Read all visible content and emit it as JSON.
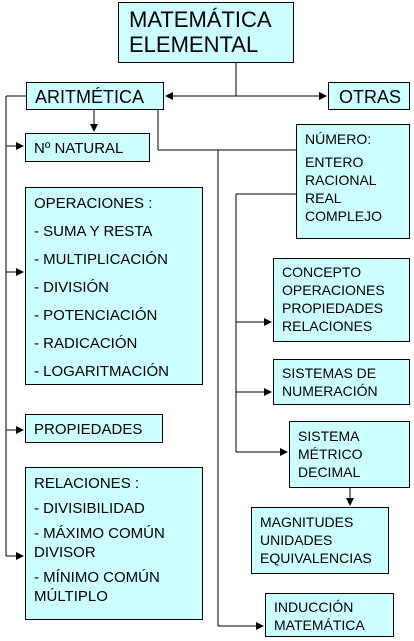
{
  "title": {
    "lines": [
      "MATEMÁTICA",
      "ELEMENTAL"
    ]
  },
  "aritmetica": "ARITMÉTICA",
  "otras": "OTRAS",
  "natural": "Nº NATURAL",
  "operaciones": {
    "heading": "OPERACIONES :",
    "items": [
      "- SUMA Y RESTA",
      "- MULTIPLICACIÓN",
      "- DIVISIÓN",
      "- POTENCIACIÓN",
      "- RADICACIÓN",
      "- LOGARITMACIÓN"
    ]
  },
  "propiedades": "PROPIEDADES",
  "relaciones": {
    "heading": "RELACIONES :",
    "items": [
      "- DIVISIBILIDAD",
      "- MÁXIMO COMÚN",
      "DIVISOR",
      "- MÍNIMO COMÚN",
      "MÚLTIPLO"
    ]
  },
  "numero": {
    "heading": "NÚMERO:",
    "items": [
      "ENTERO",
      "RACIONAL",
      "REAL",
      "COMPLEJO"
    ]
  },
  "concepto": {
    "lines": [
      "CONCEPTO",
      "OPERACIONES",
      "PROPIEDADES",
      "RELACIONES"
    ]
  },
  "sistemas": {
    "lines": [
      "SISTEMAS DE",
      "NUMERACIÓN"
    ]
  },
  "metrico": {
    "lines": [
      "SISTEMA",
      "MÉTRICO",
      "DECIMAL"
    ]
  },
  "magnitudes": {
    "lines": [
      "MAGNITUDES",
      "UNIDADES",
      "EQUIVALENCIAS"
    ]
  },
  "induccion": {
    "lines": [
      "INDUCCIÓN",
      "MATEMÁTICA"
    ]
  }
}
